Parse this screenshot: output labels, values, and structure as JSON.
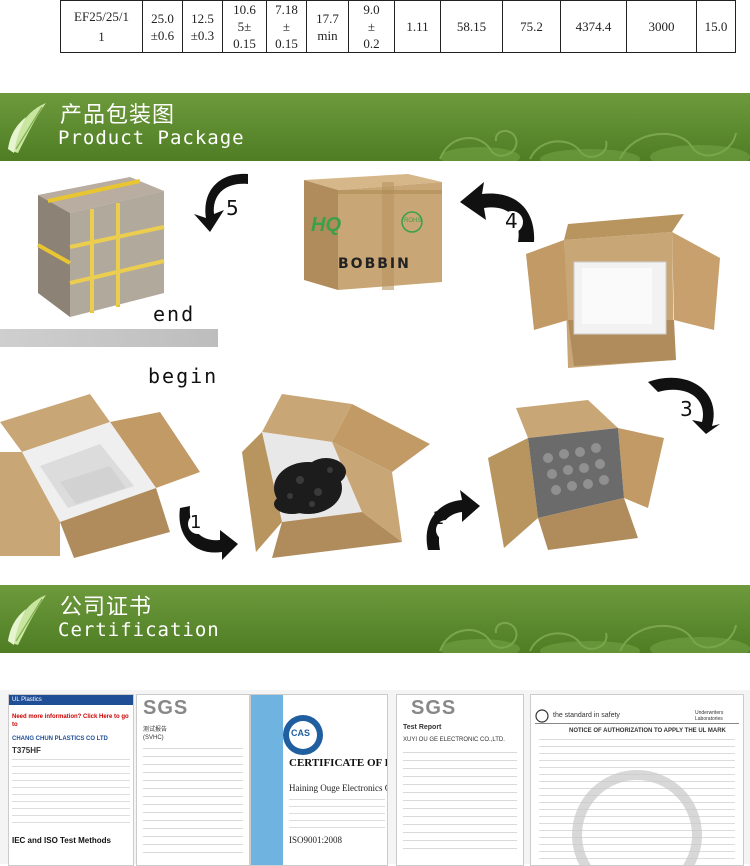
{
  "spec_row": {
    "model": "EF25/25/1\n1",
    "c1": "25.0\n±0.6",
    "c2": "12.5\n±0.3",
    "c3": "10.6\n5±\n0.15",
    "c4": "7.18\n±\n0.15",
    "c5": "17.7\nmin",
    "c6": "9.0\n±\n0.2",
    "c7": "1.11",
    "c8": "58.15",
    "c9": "75.2",
    "c10": "4374.4",
    "c11": "3000",
    "c12": "15.0"
  },
  "package_section": {
    "title_cn": "产品包装图",
    "title_en": "Product Package",
    "label_end": "end",
    "label_begin": "begin",
    "box_brand": "BOBBIN",
    "box_rohs": "ROHS",
    "box_logo": "HQ",
    "steps": [
      "1",
      "2",
      "3",
      "4",
      "5"
    ]
  },
  "cert_section": {
    "title_cn": "公司证书",
    "title_en": "Certification"
  },
  "certs": {
    "c1": {
      "brand": "UL Plastics",
      "need": "Need more information? Click Here to go to",
      "company": "CHANG CHUN PLASTICS CO LTD",
      "product": "T375HF",
      "footer": "IEC and ISO Test Methods"
    },
    "c2": {
      "brand": "SGS",
      "line1": "测试报告",
      "line2": "(SVHC)"
    },
    "c3": {
      "title": "CERTIFICATE OF RE",
      "company": "Haining Ouge Electronics C",
      "iso": "ISO9001:2008",
      "badge": "CAS"
    },
    "c4": {
      "brand": "SGS",
      "title": "Test Report",
      "company": "XUYI OU GE ELECTRONIC CO.,LTD."
    },
    "c5": {
      "brand": "the standard in safety",
      "title": "NOTICE OF AUTHORIZATION TO APPLY THE UL MARK",
      "lab": "Underwriters Laboratories"
    }
  },
  "colors": {
    "banner_green": "#5b8a2e",
    "box_kraft": "#c9a675",
    "tape_yellow": "#e8c531"
  }
}
